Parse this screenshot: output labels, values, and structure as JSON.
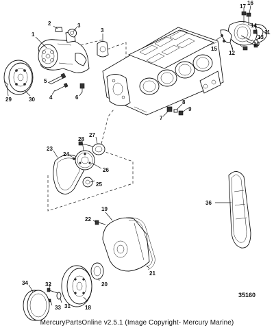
{
  "figure": {
    "id": "35160",
    "footer": "MercuryPartsOnline v2.5.1 (Image Copyright- Mercury Marine)"
  },
  "callouts": [
    "1",
    "2",
    "3",
    "3",
    "4",
    "5",
    "6",
    "7",
    "8",
    "9",
    "10",
    "11",
    "12",
    "13",
    "14",
    "15",
    "16",
    "17",
    "18",
    "19",
    "20",
    "21",
    "22",
    "23",
    "24",
    "25",
    "26",
    "27",
    "28",
    "29",
    "30",
    "31",
    "32",
    "33",
    "34",
    "36"
  ]
}
